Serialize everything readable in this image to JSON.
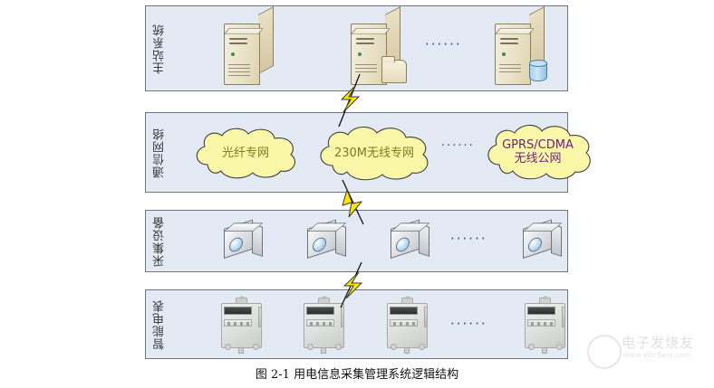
{
  "figure": {
    "caption": "图 2-1  用电信息采集管理系统逻辑结构"
  },
  "layers": [
    {
      "id": "master-station",
      "label": "主站系统",
      "ellipsis": "······",
      "nodes": [
        {
          "type": "server",
          "accessory": "none"
        },
        {
          "type": "server",
          "accessory": "folder"
        },
        {
          "type": "server",
          "accessory": "database"
        }
      ]
    },
    {
      "id": "communication-network",
      "label": "通信网络",
      "ellipsis": "······",
      "nodes": [
        {
          "type": "cloud",
          "text_lines": [
            "光纤专网"
          ],
          "color": "#7f7a1d"
        },
        {
          "type": "cloud",
          "text_lines": [
            "230M无线专网"
          ],
          "color": "#7f7a1d"
        },
        {
          "type": "cloud",
          "text_lines": [
            "GPRS/CDMA",
            "无线公网"
          ],
          "color": "#6c1f7a"
        }
      ]
    },
    {
      "id": "collection-equipment",
      "label": "采集设备",
      "ellipsis": "······",
      "nodes": [
        {
          "type": "collector"
        },
        {
          "type": "collector"
        },
        {
          "type": "collector"
        },
        {
          "type": "collector"
        }
      ]
    },
    {
      "id": "smart-meters",
      "label": "智能电表",
      "ellipsis": "······",
      "nodes": [
        {
          "type": "meter"
        },
        {
          "type": "meter"
        },
        {
          "type": "meter"
        },
        {
          "type": "meter"
        }
      ]
    }
  ],
  "connectors": [
    {
      "id": "connector-master-to-network",
      "symbol": "lightning-bolt"
    },
    {
      "id": "connector-network-to-collector",
      "symbol": "lightning-bolt"
    },
    {
      "id": "connector-collector-to-meter",
      "symbol": "lightning-bolt"
    }
  ],
  "watermark": {
    "name": "电子发烧友",
    "url": "www.elecfans.com"
  },
  "colors": {
    "band_fill": "#e4eaf4",
    "band_border": "#6f7480",
    "cloud_fill": "#fbf7a8",
    "cloud_border": "#4a4a4a",
    "bolt_fill": "#ffe600",
    "dots": "#2c4f96"
  }
}
